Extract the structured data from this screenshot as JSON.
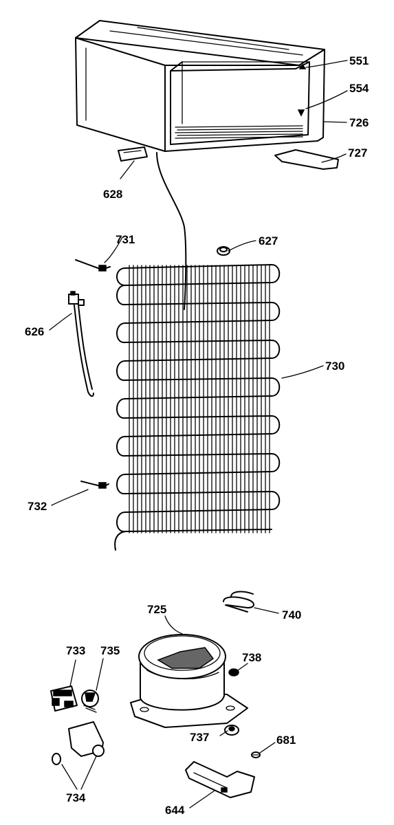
{
  "labels": {
    "p551": "551",
    "p554": "554",
    "p726": "726",
    "p727": "727",
    "p628": "628",
    "p731": "731",
    "p627": "627",
    "p626": "626",
    "p730": "730",
    "p732": "732",
    "p725": "725",
    "p740": "740",
    "p733": "733",
    "p735": "735",
    "p738": "738",
    "p737": "737",
    "p681": "681",
    "p734": "734",
    "p644": "644"
  }
}
